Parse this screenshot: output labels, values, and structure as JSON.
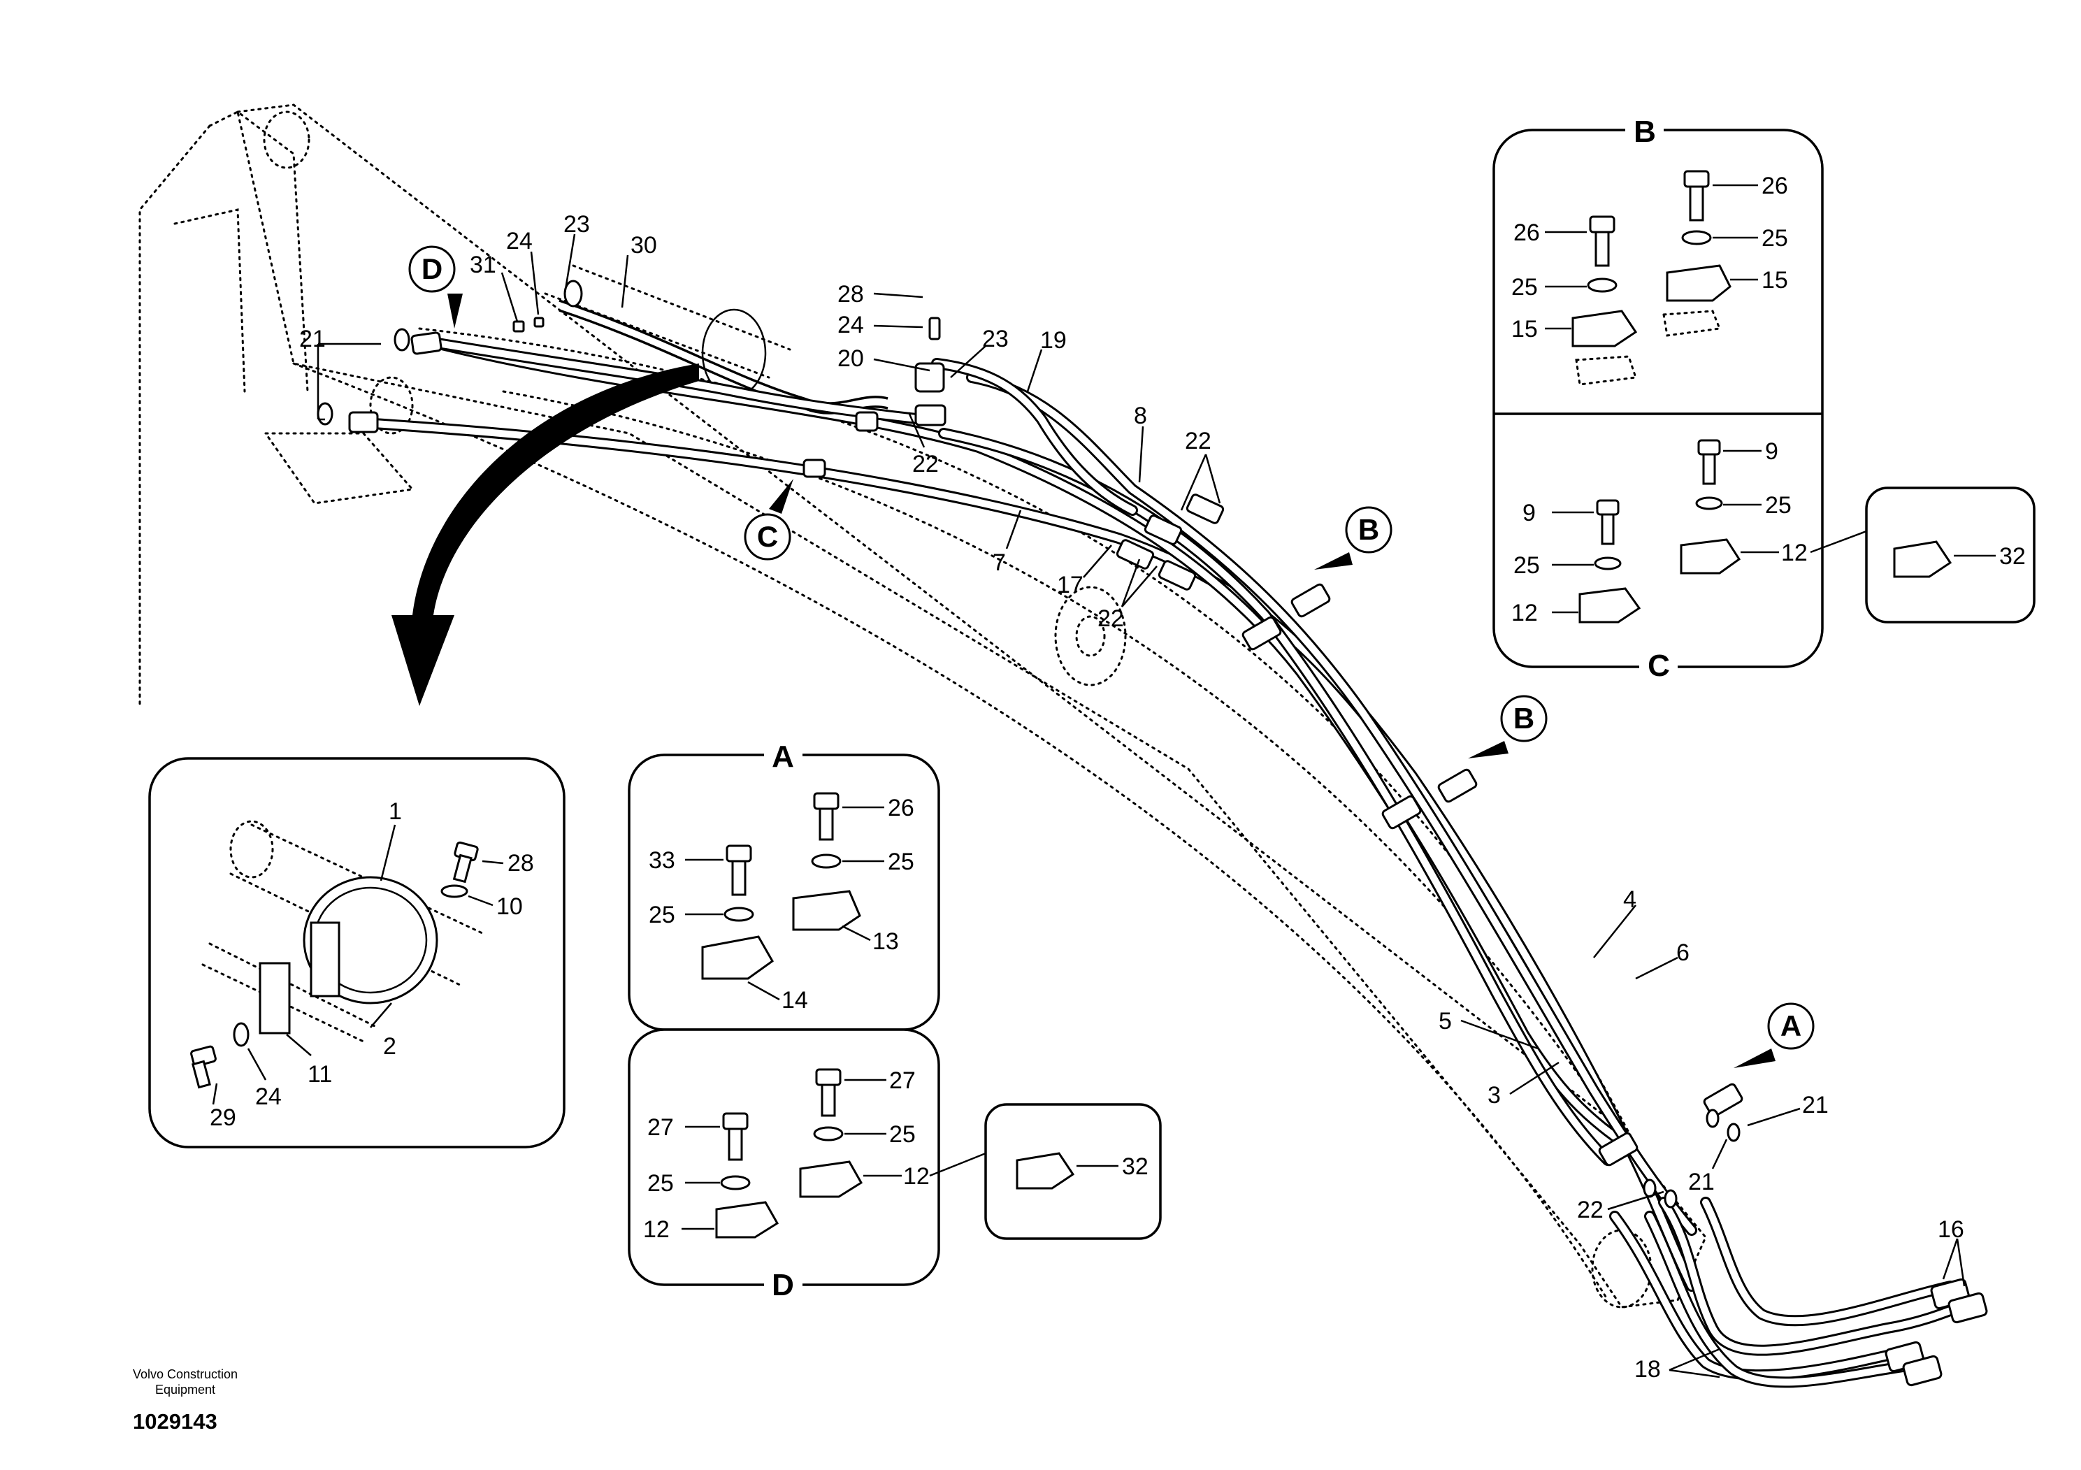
{
  "footer": {
    "company_line1": "Volvo Construction",
    "company_line2": "Equipment",
    "document_number": "1029143"
  },
  "detail_titles": {
    "a": "A",
    "b": "B",
    "c": "C",
    "d": "D"
  },
  "view_markers": {
    "a": "A",
    "b1": "B",
    "b2": "B",
    "c": "C",
    "d": "D"
  },
  "labels": {
    "n1": "1",
    "n2": "2",
    "n3": "3",
    "n4": "4",
    "n5": "5",
    "n6": "6",
    "n7": "7",
    "n8": "8",
    "n9a": "9",
    "n9b": "9",
    "n10": "10",
    "n11": "11",
    "n12c1": "12",
    "n12c2": "12",
    "n12d1": "12",
    "n12d2": "12",
    "n13": "13",
    "n14": "14",
    "n15a": "15",
    "n15b": "15",
    "n16": "16",
    "n17": "17",
    "n18": "18",
    "n19": "19",
    "n20": "20",
    "n21a": "21",
    "n21b": "21",
    "n21c": "21",
    "n22a": "22",
    "n22b": "22",
    "n22c": "22",
    "n22d": "22",
    "n23a": "23",
    "n23b": "23",
    "n24a": "24",
    "n24b": "24",
    "n24c": "24",
    "n25a1": "25",
    "n25a2": "25",
    "n25b1": "25",
    "n25b2": "25",
    "n25c1": "25",
    "n25c2": "25",
    "n25d1": "25",
    "n25d2": "25",
    "n26a": "26",
    "n26b1": "26",
    "n26b2": "26",
    "n27a": "27",
    "n27b": "27",
    "n28a": "28",
    "n28b": "28",
    "n29": "29",
    "n30": "30",
    "n31": "31",
    "n32c": "32",
    "n32d": "32",
    "n33": "33"
  }
}
